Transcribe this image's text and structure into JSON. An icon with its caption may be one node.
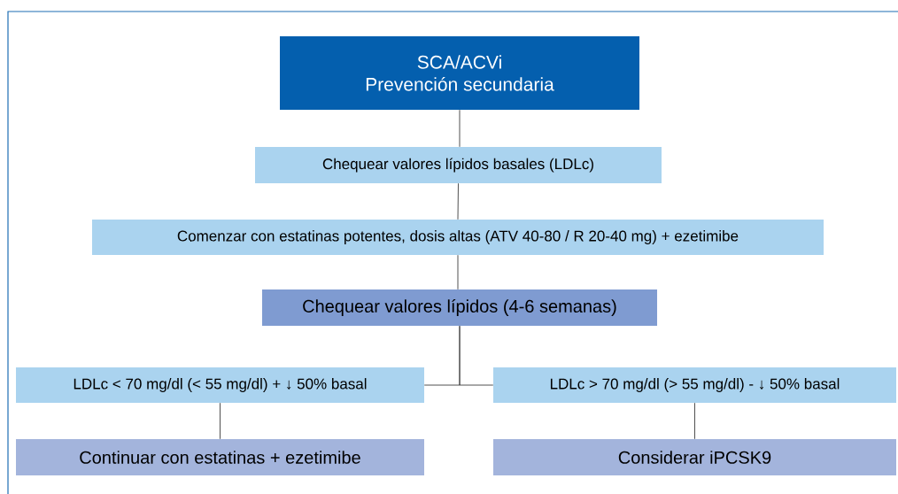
{
  "diagram": {
    "nodes": [
      {
        "text": [
          "SCA/ACVi",
          "Prevención secundaria"
        ]
      },
      {
        "text": [
          "Chequear valores lípidos basales (LDLc)"
        ]
      },
      {
        "text": [
          "Comenzar con estatinas potentes, dosis altas (ATV 40-80 / R 20-40 mg) + ezetimibe"
        ]
      },
      {
        "text": [
          "Chequear valores lípidos (4-6 semanas)"
        ]
      },
      {
        "text": [
          "LDLc < 70 mg/dl (< 55 mg/dl) + ↓ 50% basal"
        ]
      },
      {
        "text": [
          "LDLc > 70 mg/dl (> 55 mg/dl) - ↓ 50% basal"
        ]
      },
      {
        "text": [
          "Continuar con estatinas + ezetimibe"
        ]
      },
      {
        "text": [
          "Considerar iPCSK9"
        ]
      }
    ],
    "edges": [
      {
        "from": 0,
        "to": 1,
        "arrow": "none"
      },
      {
        "from": 1,
        "to": 2,
        "arrow": "none"
      },
      {
        "from": 2,
        "to": 3,
        "arrow": "none"
      },
      {
        "from": 3,
        "to": 4,
        "arrow": "none"
      },
      {
        "from": 3,
        "to": 5,
        "arrow": "none"
      },
      {
        "from": 4,
        "to": 6,
        "arrow": "none"
      },
      {
        "from": 5,
        "to": 7,
        "arrow": "none"
      }
    ]
  }
}
